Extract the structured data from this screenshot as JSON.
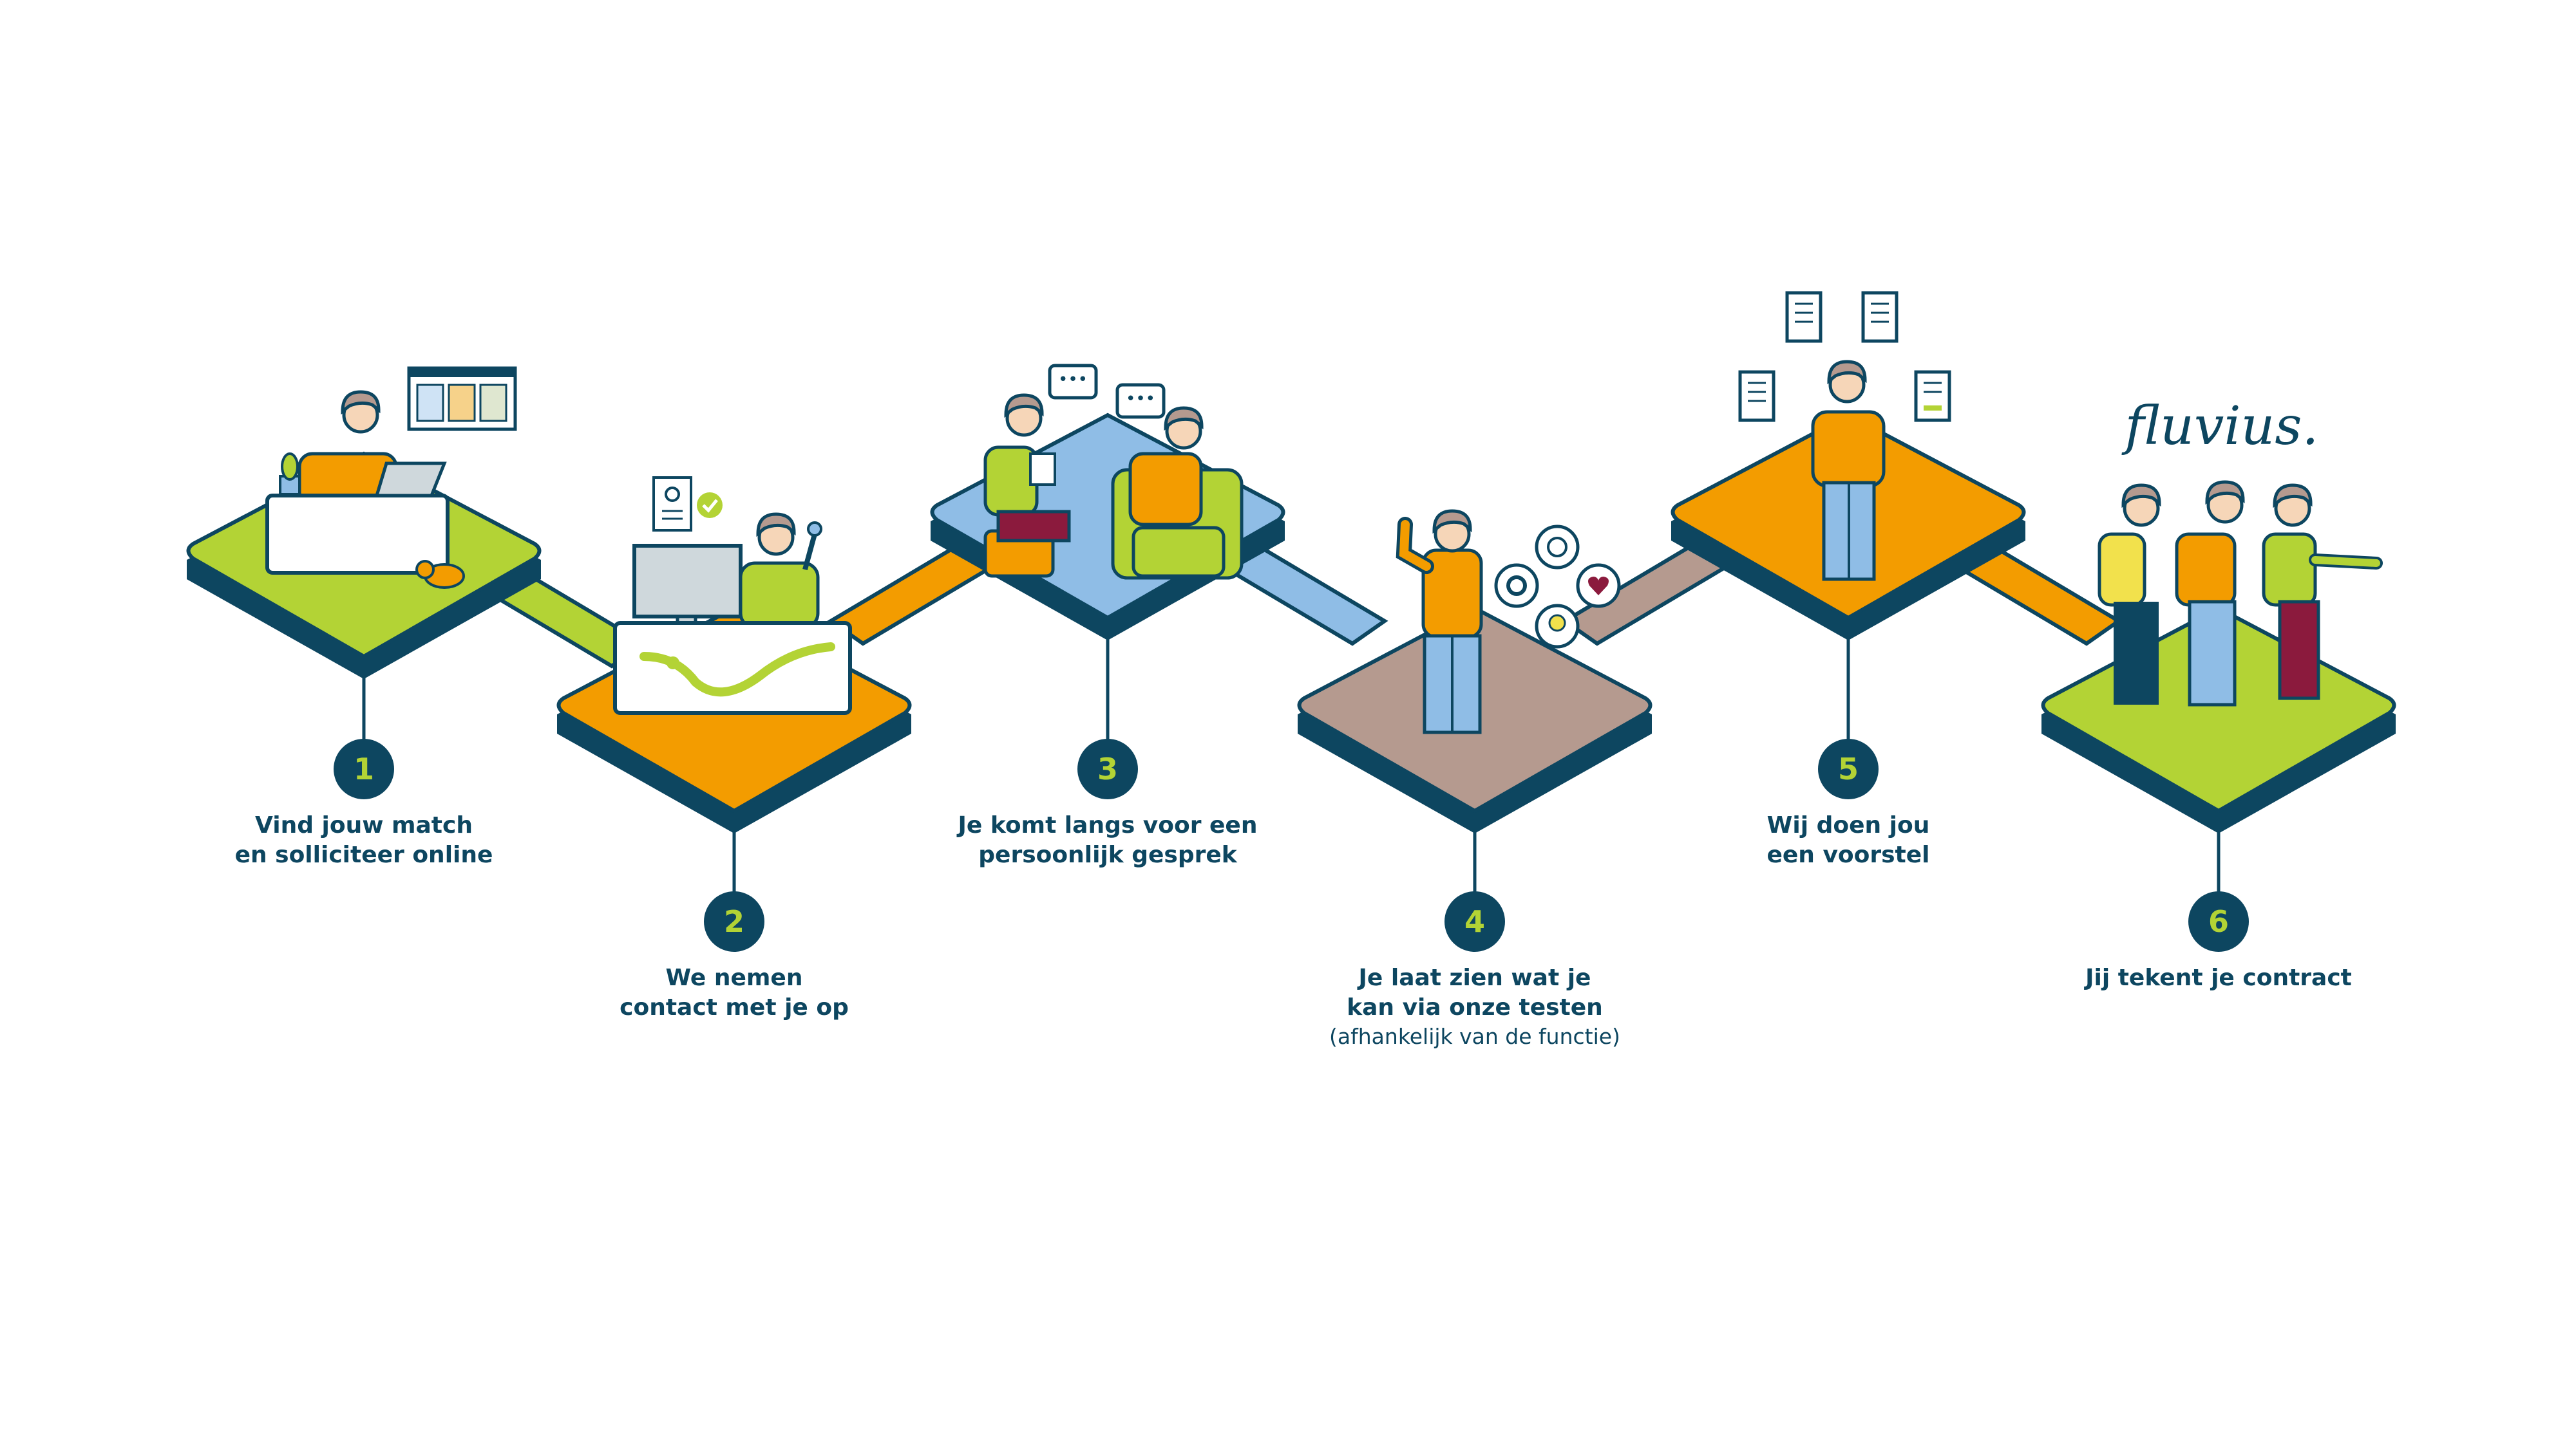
{
  "brand": {
    "logo_text": "fluvius.",
    "dark": "#0d4660",
    "green": "#b3d335",
    "orange": "#f39c00",
    "blue": "#8fbde6",
    "taupe": "#b59a8f"
  },
  "steps": [
    {
      "number": "1",
      "line1": "Vind jouw match",
      "line2": "en solliciteer online",
      "color": "#b3d335"
    },
    {
      "number": "2",
      "line1": "We nemen",
      "line2": "contact met je op",
      "color": "#f39c00"
    },
    {
      "number": "3",
      "line1": "Je komt langs voor een",
      "line2": "persoonlijk gesprek",
      "color": "#8fbde6"
    },
    {
      "number": "4",
      "line1": "Je laat zien wat je",
      "line2": "kan via onze testen",
      "note": "(afhankelijk van de functie)",
      "color": "#b59a8f"
    },
    {
      "number": "5",
      "line1": "Wij doen jou",
      "line2": "een voorstel",
      "color": "#f39c00"
    },
    {
      "number": "6",
      "line1": "Jij tekent je contract",
      "color": "#b3d335"
    }
  ],
  "icons": [
    "person-at-desk-icon",
    "job-board-icon",
    "cat-icon",
    "person-on-phone-icon",
    "cv-document-icon",
    "check-icon",
    "computer-icon",
    "two-people-talking-icon",
    "speech-bubble-icon",
    "flexing-person-icon",
    "gear-icon",
    "chat-icon",
    "heart-icon",
    "lightbulb-icon",
    "standing-person-icon",
    "contract-document-icon",
    "three-workers-icon"
  ]
}
